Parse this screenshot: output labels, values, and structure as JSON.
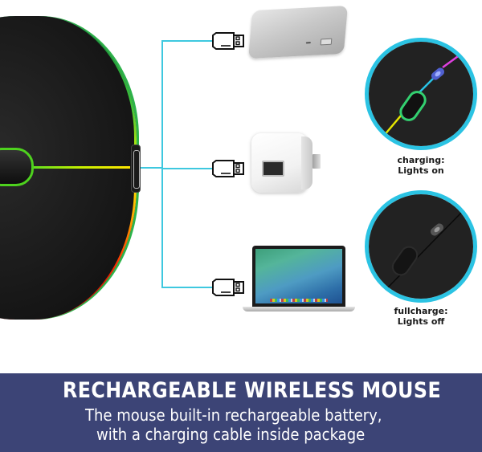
{
  "devices": [
    {
      "name": "Power bank",
      "connector": "usb-a-plug-icon"
    },
    {
      "name": "Wall charger",
      "connector": "usb-a-plug-icon"
    },
    {
      "name": "Laptop",
      "connector": "usb-a-plug-icon"
    }
  ],
  "insets": [
    {
      "state": "charging",
      "caption_line1": "charging:",
      "caption_line2": "Lights on"
    },
    {
      "state": "fullcharge",
      "caption_line1": "fullcharge:",
      "caption_line2": "Lights off"
    }
  ],
  "banner": {
    "title": "RECHARGEABLE WIRELESS MOUSE",
    "subtitle_line1": "The mouse built-in rechargeable battery,",
    "subtitle_line2": "with a charging cable inside package"
  },
  "colors": {
    "cable": "#3ec8df",
    "inset_ring": "#2bc3e3",
    "banner_bg": "#3c4476",
    "banner_text": "#ffffff",
    "caption_text": "#1a1a1a"
  }
}
